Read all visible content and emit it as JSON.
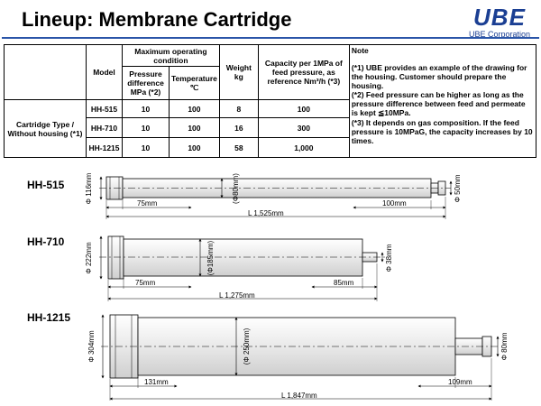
{
  "title": "Lineup: Membrane Cartridge",
  "logo": {
    "mark": "UBE",
    "corp": "UBE Corporation"
  },
  "table": {
    "col_model": "Model",
    "col_max_cond": "Maximum operating condition",
    "col_pressure": "Pressure difference MPa (*2)",
    "col_temp": "Temperature ℃",
    "col_weight": "Weight kg",
    "col_capacity": "Capacity per 1MPa of feed pressure, as reference Nm³/h (*3)",
    "col_note": "Note",
    "row_group": "Cartridge Type / Without housing (*1)",
    "rows": [
      {
        "model": "HH-515",
        "pressure": "10",
        "temp": "100",
        "weight": "8",
        "capacity": "100"
      },
      {
        "model": "HH-710",
        "pressure": "10",
        "temp": "100",
        "weight": "16",
        "capacity": "300"
      },
      {
        "model": "HH-1215",
        "pressure": "10",
        "temp": "100",
        "weight": "58",
        "capacity": "1,000"
      }
    ],
    "note1": "(*1)  UBE provides an example of the drawing for the  housing.  Customer should prepare the housing.",
    "note2": "(*2) Feed pressure can be higher as long as the pressure difference between feed and permeate is kept ≦10MPa.",
    "note3": "(*3) It depends on gas composition.  If the feed pressure is 10MPaG, the capacity increases by 10 times."
  },
  "drawings": {
    "hh515": {
      "name": "HH-515",
      "od": "Φ 116mm",
      "id": "(Φ80mm)",
      "port": "Φ 50mm",
      "left": "75mm",
      "right": "100mm",
      "length": "L 1,525mm"
    },
    "hh710": {
      "name": "HH-710",
      "od": "Φ 222mm",
      "id": "(Φ185mm)",
      "port": "Φ 38mm",
      "left": "75mm",
      "right": "85mm",
      "length": "L 1,275mm"
    },
    "hh1215": {
      "name": "HH-1215",
      "od": "Φ 304mm",
      "id": "(Φ 250mm)",
      "port": "Φ 80mm",
      "left": "131mm",
      "right": "109mm",
      "length": "L 1,847mm"
    }
  }
}
